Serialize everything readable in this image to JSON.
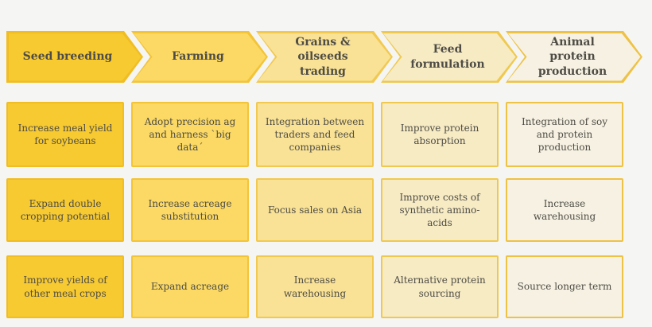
{
  "theme": {
    "background": "#f5f5f3",
    "text": "#4e4c45"
  },
  "diagram": {
    "type": "process-value-chain",
    "columns": [
      {
        "header": "Seed breeding",
        "fill": "#f7ca31",
        "border": "#f0bd22",
        "items": [
          "Increase meal yield for soybeans",
          "Expand double cropping potential",
          "Improve yields of other meal crops"
        ]
      },
      {
        "header": "Farming",
        "fill": "#fbd964",
        "border": "#f3c437",
        "items": [
          "Adopt precision ag and harness `big data´",
          "Increase acreage substitution",
          "Expand acreage"
        ]
      },
      {
        "header": "Grains &\noilseeds\ntrading",
        "fill": "#f9e295",
        "border": "#f1c951",
        "items": [
          "Integration between traders and feed companies",
          "Focus sales on Asia",
          "Increase warehousing"
        ]
      },
      {
        "header": "Feed\nformulation",
        "fill": "#f7ebc4",
        "border": "#efc94f",
        "items": [
          "Improve protein absorption",
          "Improve costs of synthetic amino-acids",
          "Alternative protein sourcing"
        ]
      },
      {
        "header": "Animal\nprotein\nproduction",
        "fill": "#f6f1e2",
        "border": "#eec244",
        "items": [
          "Integration of soy and protein production",
          "Increase warehousing",
          "Source longer term"
        ]
      }
    ]
  }
}
